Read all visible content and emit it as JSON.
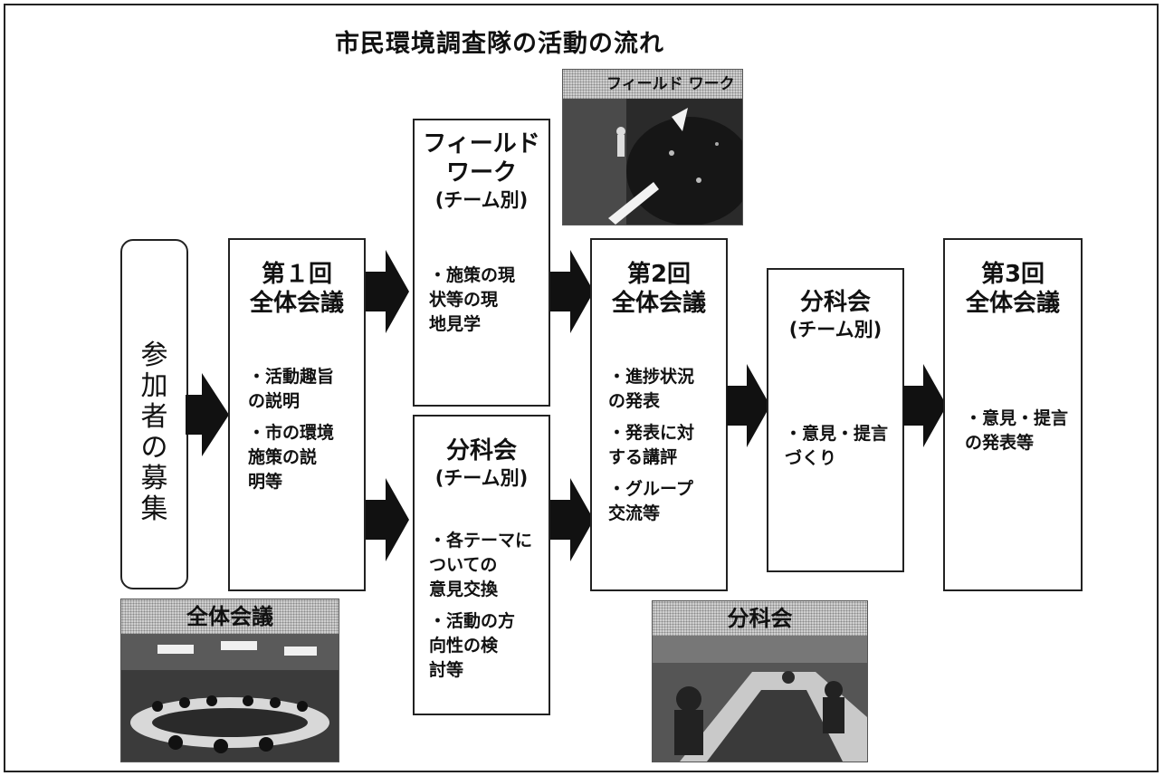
{
  "title": "市民環境調査隊の活動の流れ",
  "participants": {
    "label": "参\n加\n者\nの\n募\n集"
  },
  "meeting1": {
    "title": "第１回",
    "subtitle": "全体会議",
    "bullets": [
      "・活動趣旨\nの説明",
      "・市の環境\n施策の説\n明等"
    ]
  },
  "fieldwork": {
    "title": "フィールド\nワーク",
    "sub": "(チーム別)",
    "bullets": [
      "・施策の現\n状等の現\n地見学"
    ]
  },
  "subgroup1": {
    "title": "分科会",
    "sub": "(チーム別)",
    "bullets": [
      "・各テーマに\nついての\n意見交換",
      "・活動の方\n向性の検\n討等"
    ]
  },
  "meeting2": {
    "title": "第2回",
    "subtitle": "全体会議",
    "bullets": [
      "・進捗状況\nの発表",
      "・発表に対\nする講評",
      "・グループ\n交流等"
    ]
  },
  "subgroup2": {
    "title": "分科会",
    "sub": "(チーム別)",
    "bullets": [
      "・意見・提言\nづくり"
    ]
  },
  "meeting3": {
    "title": "第3回",
    "subtitle": "全体会議",
    "bullets": [
      "・意見・提言\nの発表等"
    ]
  },
  "photos": {
    "fieldwork": "フィールド ワーク",
    "plenary": "全体会議",
    "subgroup": "分科会"
  }
}
